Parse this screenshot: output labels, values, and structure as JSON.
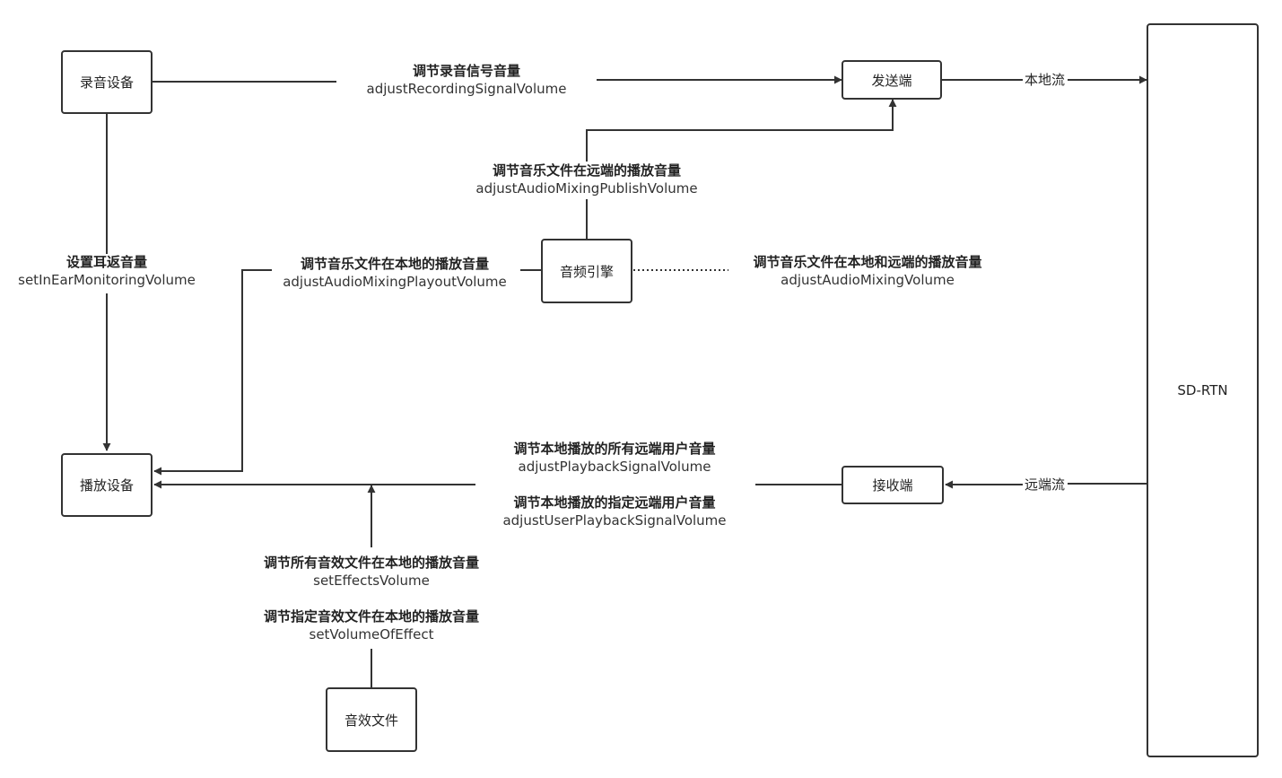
{
  "nodes": {
    "recording_device": "录音设备",
    "playback_device": "播放设备",
    "audio_engine": "音频引擎",
    "effect_file": "音效文件",
    "sender": "发送端",
    "receiver": "接收端",
    "sd_rtn": "SD-RTN"
  },
  "edge_labels": {
    "local_stream": "本地流",
    "remote_stream": "远端流"
  },
  "apis": {
    "recording_signal": {
      "zh": "调节录音信号音量",
      "en": "adjustRecordingSignalVolume"
    },
    "in_ear": {
      "zh": "设置耳返音量",
      "en": "setInEarMonitoringVolume"
    },
    "mixing_publish": {
      "zh": "调节音乐文件在远端的播放音量",
      "en": "adjustAudioMixingPublishVolume"
    },
    "mixing_playout": {
      "zh": "调节音乐文件在本地的播放音量",
      "en": "adjustAudioMixingPlayoutVolume"
    },
    "mixing_volume": {
      "zh": "调节音乐文件在本地和远端的播放音量",
      "en": "adjustAudioMixingVolume"
    },
    "playback_signal": {
      "zh": "调节本地播放的所有远端用户音量",
      "en": "adjustPlaybackSignalVolume"
    },
    "user_playback": {
      "zh": "调节本地播放的指定远端用户音量",
      "en": "adjustUserPlaybackSignalVolume"
    },
    "effects_volume": {
      "zh": "调节所有音效文件在本地的播放音量",
      "en": "setEffectsVolume"
    },
    "volume_of_effect": {
      "zh": "调节指定音效文件在本地的播放音量",
      "en": "setVolumeOfEffect"
    }
  }
}
